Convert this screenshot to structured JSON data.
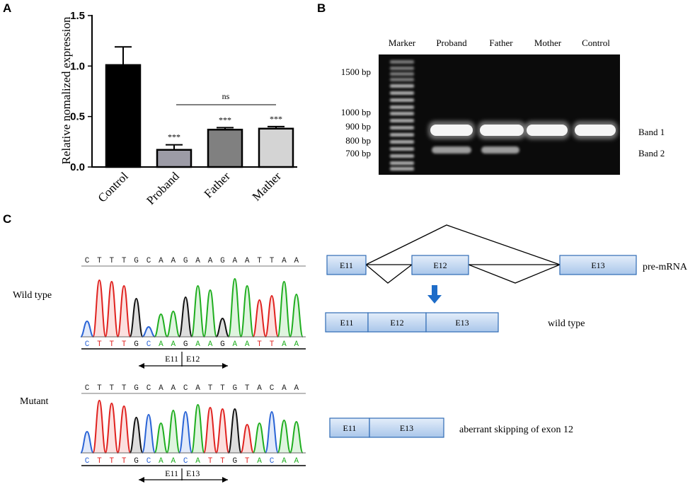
{
  "panel_letters": {
    "a": "A",
    "b": "B",
    "c": "C"
  },
  "panel_a": {
    "ylabel": "Relative nomalized expression",
    "yticks": [
      "0.0",
      "0.5",
      "1.0",
      "1.5"
    ],
    "significance_label": "***",
    "ns_label": "ns"
  },
  "chart_data": {
    "type": "bar",
    "categories": [
      "Control",
      "Proband",
      "Father",
      "Mather"
    ],
    "values": [
      1.01,
      0.17,
      0.37,
      0.38
    ],
    "errors": [
      0.18,
      0.05,
      0.02,
      0.02
    ],
    "colors": [
      "#000000",
      "#9c9ba6",
      "#808080",
      "#d4d4d4"
    ],
    "significance": [
      "",
      "***",
      "***",
      "***"
    ],
    "ylabel": "Relative nomalized expression",
    "ylim": [
      0,
      1.5
    ],
    "yticks": [
      0.0,
      0.5,
      1.0,
      1.5
    ],
    "annotations": [
      "ns"
    ]
  },
  "panel_b": {
    "lanes": [
      "Marker",
      "Proband",
      "Father",
      "Mother",
      "Control"
    ],
    "size_labels": [
      "1500 bp",
      "1000 bp",
      "900 bp",
      "800 bp",
      "700 bp"
    ],
    "band_labels": [
      "Band 1",
      "Band 2"
    ]
  },
  "panel_c": {
    "wildtype_label": "Wild type",
    "mutant_label": "Mutant",
    "wt_sequence": [
      "C",
      "T",
      "T",
      "T",
      "G",
      "C",
      "A",
      "A",
      "G",
      "A",
      "A",
      "G",
      "A",
      "A",
      "T",
      "T",
      "A",
      "A"
    ],
    "mut_sequence": [
      "C",
      "T",
      "T",
      "T",
      "G",
      "C",
      "A",
      "A",
      "C",
      "A",
      "T",
      "T",
      "G",
      "T",
      "A",
      "C",
      "A",
      "A"
    ],
    "wt_junction": {
      "left": "E11",
      "right": "E12"
    },
    "mut_junction": {
      "left": "E11",
      "right": "E13"
    },
    "premrna": {
      "exons": [
        "E11",
        "E12",
        "E13"
      ],
      "label": "pre-mRNA"
    },
    "wildtype_mrna": {
      "exons": [
        "E11",
        "E12",
        "E13"
      ],
      "label": "wild type"
    },
    "aberrant_mrna": {
      "exons": [
        "E11",
        "E13"
      ],
      "label": "aberrant skipping of exon 12"
    }
  },
  "base_colors": {
    "A": "#1fae1f",
    "T": "#e0221f",
    "G": "#111111",
    "C": "#2a64d6"
  },
  "exon_fill": "#bcd3ee",
  "exon_stroke": "#2f6bb5",
  "arrow_color": "#1e6cc8"
}
